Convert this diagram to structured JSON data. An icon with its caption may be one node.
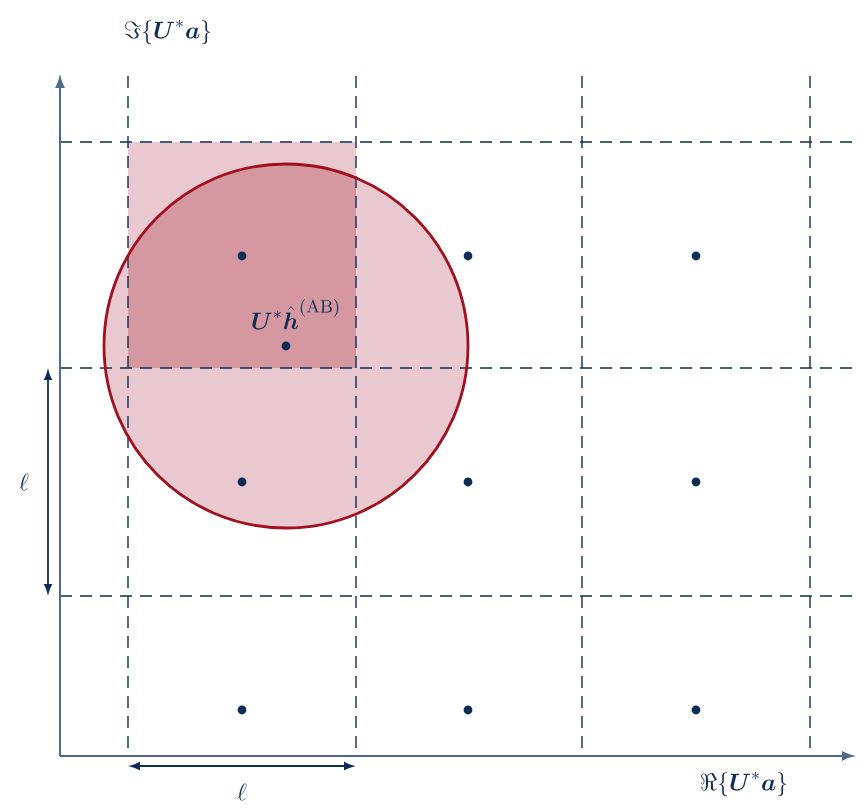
{
  "diagram": {
    "labels": [
      "\\Im\\{\\boldsymbol{U}^*\\boldsymbol{a}\\}",
      "\\boldsymbol{U}^*\\hat{\\boldsymbol{h}}^{(\\mathrm{AB})}",
      "\\ell",
      "\\ell",
      "\\Re\\{\\boldsymbol{U}^*\\boldsymbol{a}\\}"
    ]
  }
}
